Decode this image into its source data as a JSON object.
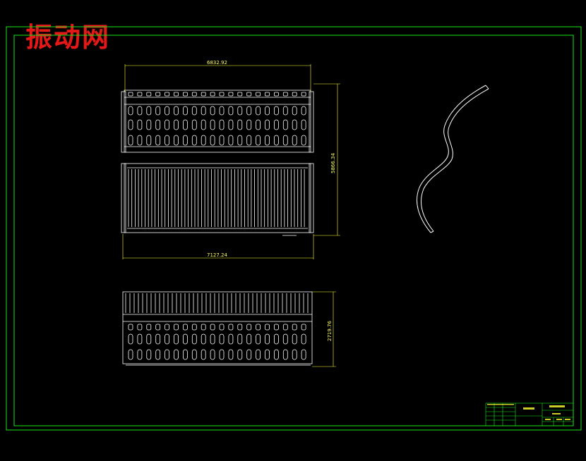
{
  "watermark": "振动网",
  "dimensions": {
    "top_width": "6832.92",
    "overall_height": "5866.34",
    "bottom_width": "7127.24",
    "side_height": "2719.76"
  },
  "colors": {
    "background": "#000000",
    "frame": "#19e619",
    "geometry": "#ffffff",
    "dimension": "#ffff33",
    "watermark": "#e51818"
  }
}
